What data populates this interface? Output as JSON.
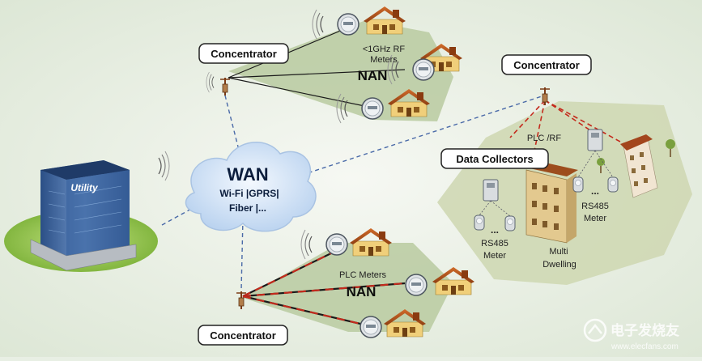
{
  "labels": {
    "concentrator_top": "Concentrator",
    "concentrator_right": "Concentrator",
    "concentrator_bottom": "Concentrator",
    "data_collectors": "Data Collectors",
    "rf_meters_line1": "<1GHz RF",
    "rf_meters_line2": "Meters",
    "nan_top": "NAN",
    "nan_bottom": "NAN",
    "plc_meters": "PLC Meters",
    "plc_rf": "PLC /RF",
    "wan_title": "WAN",
    "wan_line1": "Wi-Fi |GPRS|",
    "wan_line2": "Fiber |...",
    "utility": "Utility",
    "rs485_left_line1": "RS485",
    "rs485_left_line2": "Meter",
    "rs485_right_line1": "RS485",
    "rs485_right_line2": "Meter",
    "dots_left": "...",
    "dots_right": "...",
    "multi_line1": "Multi",
    "multi_line2": "Dwelling",
    "watermark_cn": "电子发烧友",
    "watermark_url": "www.elecfans.com"
  },
  "colors": {
    "background": "#e8efe4",
    "nan_area": "#b9caa0",
    "collector_area": "#cfd8b4",
    "wan_cloud": "#d7e6f7",
    "dashed_link": "#4a6aa8",
    "plc_link": "#c42a1c",
    "utility_base": "#8fc64a"
  }
}
